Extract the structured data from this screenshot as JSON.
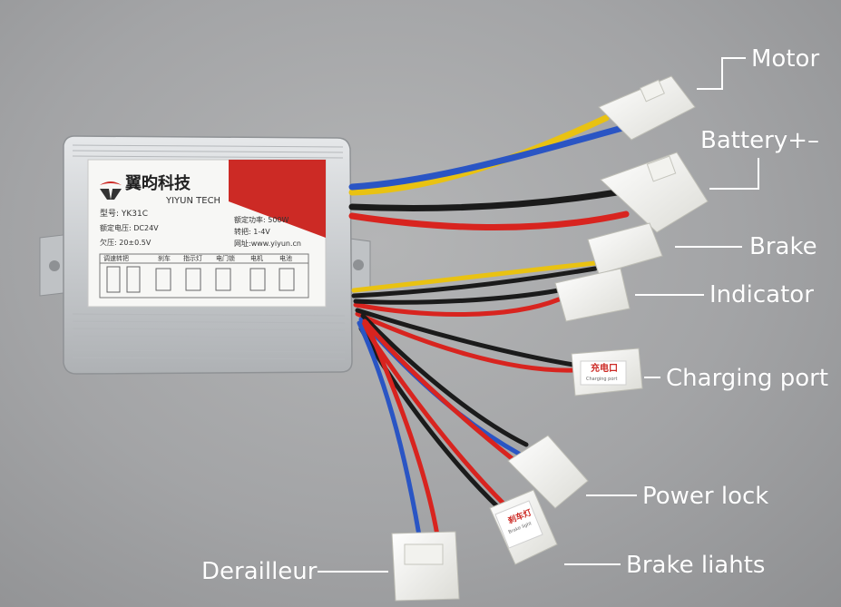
{
  "labels": {
    "motor": "Motor",
    "battery": "Battery+–",
    "brake": "Brake",
    "indicator": "Indicator",
    "charging_port": "Charging port",
    "power_lock": "Power lock",
    "brake_lights": "Brake liahts",
    "derailleur": "Derailleur"
  },
  "controller": {
    "brand_cn": "翼昀科技",
    "brand_en": "YIYUN TECH",
    "model": "型号: YK31C",
    "rated_voltage": "额定电压: DC24V",
    "rated_power": "额定功率: 500W",
    "undervoltage": "欠压: 20±0.5V",
    "throttle": "转把: 1-4V",
    "website": "网址:www.yiyun.cn",
    "col_throttle": "调速转把",
    "col_brake": "刹车",
    "col_indicator": "指示灯",
    "col_lock": "电门锁",
    "col_motor": "电机",
    "col_battery": "电池"
  },
  "connector_tags": {
    "charging_cn": "充电口",
    "charging_en": "Charging port",
    "brake_light_cn": "刹车灯",
    "brake_light_en": "Brake light"
  },
  "colors": {
    "accent_red": "#cc2a25",
    "wire_yellow": "#e9c212",
    "wire_blue": "#2a55c4",
    "wire_black": "#1b1b1b"
  }
}
